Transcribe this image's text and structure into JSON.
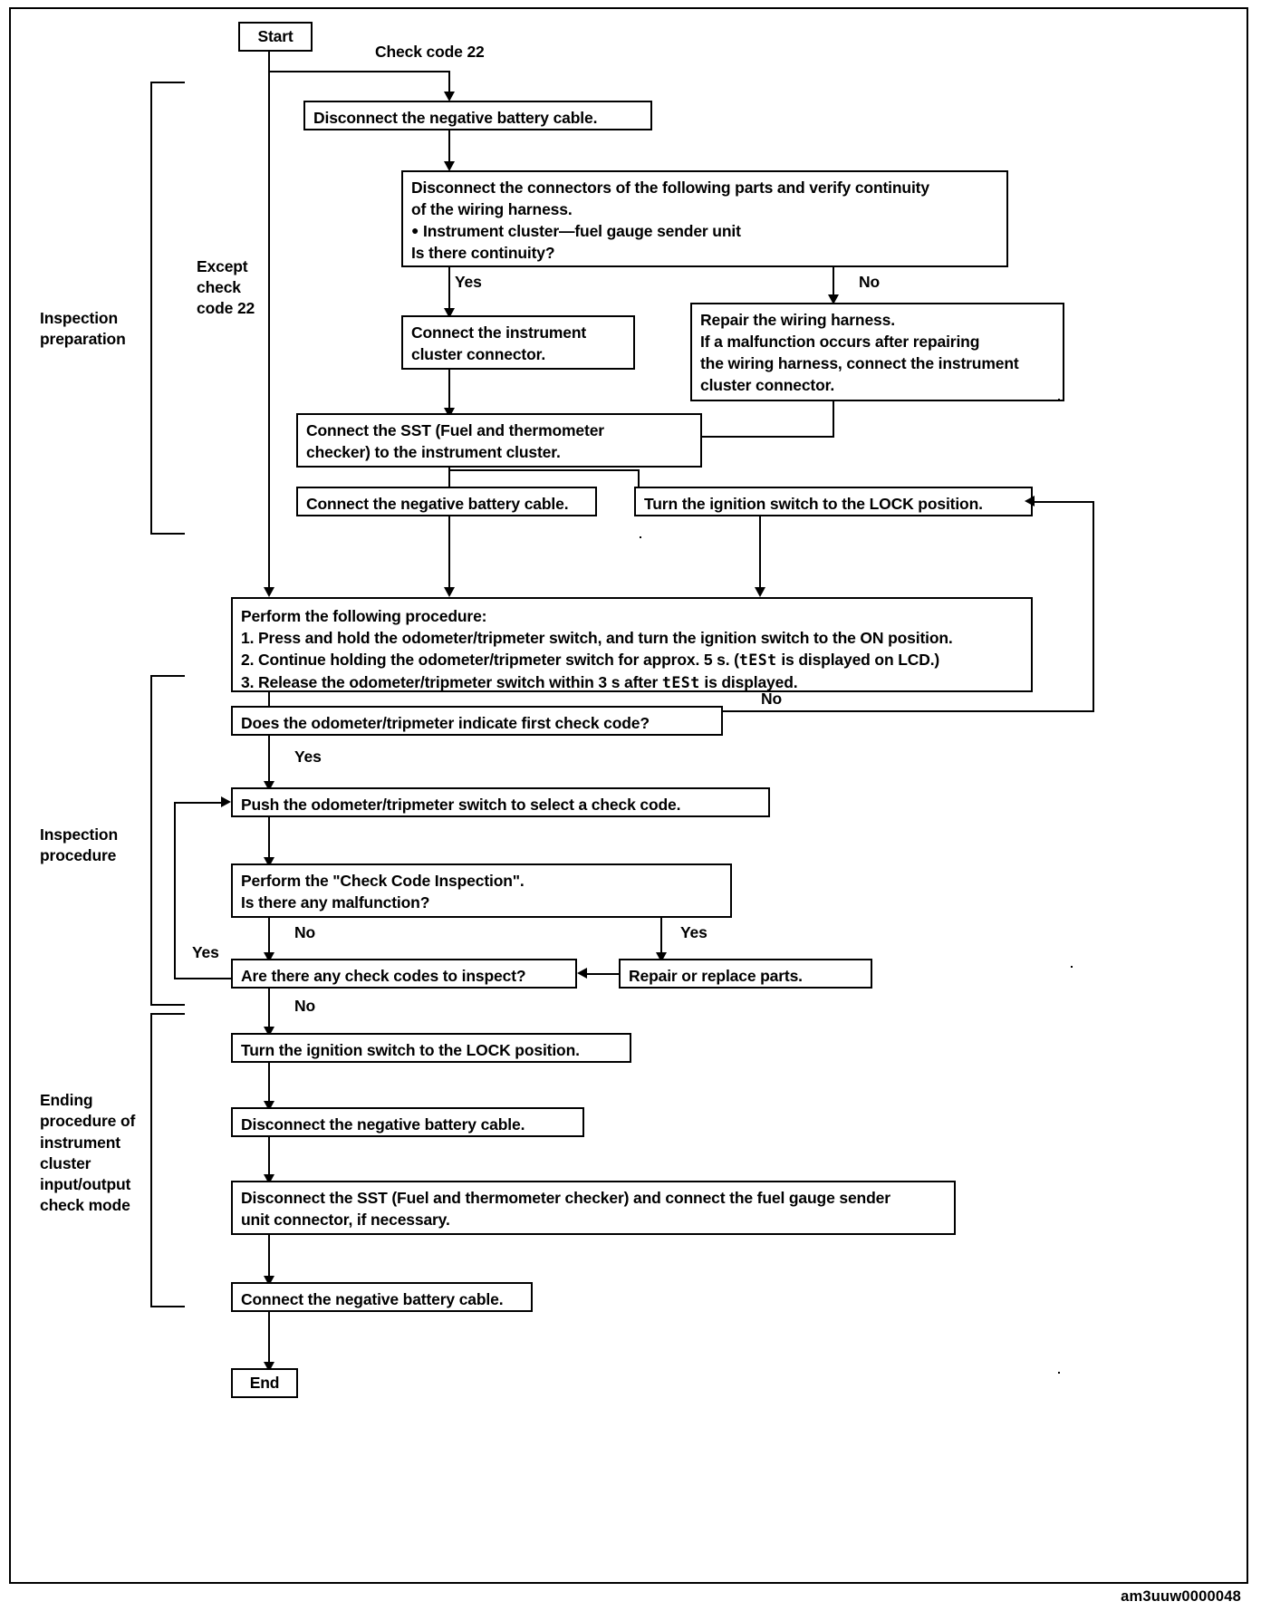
{
  "diagram": {
    "type": "flowchart",
    "title_watermark": "am3uuw0000048",
    "sections": [
      {
        "id": "inspection-preparation",
        "label": "Inspection\npreparation"
      },
      {
        "id": "inspection-procedure",
        "label": "Inspection\nprocedure"
      },
      {
        "id": "ending-procedure",
        "label": "Ending\nprocedure of\ninstrument\ncluster\ninput/output\ncheck mode"
      }
    ],
    "nodes": {
      "start": "Start",
      "end": "End",
      "disconnect_neg_battery_1": "Disconnect the negative battery cable.",
      "verify_continuity_line1": "Disconnect the connectors of the following parts and verify continuity",
      "verify_continuity_line2": "of the wiring harness.",
      "verify_continuity_line3": "Instrument cluster—fuel gauge sender unit",
      "verify_continuity_line4": "Is there continuity?",
      "connect_cluster_connector_line1": "Connect the instrument",
      "connect_cluster_connector_line2": "cluster connector.",
      "repair_harness_line1": "Repair the wiring harness.",
      "repair_harness_line2": "If a malfunction occurs after repairing",
      "repair_harness_line3": "the wiring harness, connect the instrument",
      "repair_harness_line4": "cluster connector.",
      "connect_sst_line1": "Connect the SST (Fuel and thermometer",
      "connect_sst_line2": "checker) to the instrument cluster.",
      "connect_neg_battery_1": "Connect the negative battery cable.",
      "ignition_lock_1": "Turn the ignition switch to the LOCK position.",
      "procedure_title": "Perform the following procedure:",
      "procedure_step1": "1. Press and hold the odometer/tripmeter switch, and turn the ignition switch to the ON position.",
      "procedure_step2_a": "2. Continue holding the odometer/tripmeter switch for approx. 5 s. (",
      "procedure_step2_lcd": "tESt",
      "procedure_step2_b": " is displayed on LCD.)",
      "procedure_step3_a": "3. Release the odometer/tripmeter switch within 3 s after ",
      "procedure_step3_lcd": "tESt",
      "procedure_step3_b": " is displayed.",
      "first_check_code": "Does the odometer/tripmeter indicate first check code?",
      "push_switch_select": "Push the odometer/tripmeter switch to select a check code.",
      "check_code_inspection_line1": "Perform the \"Check Code Inspection\".",
      "check_code_inspection_line2": "Is there any malfunction?",
      "any_check_codes": "Are there any check codes to inspect?",
      "repair_replace_parts": "Repair or replace parts.",
      "ignition_lock_2": "Turn the ignition switch to the LOCK position.",
      "disconnect_neg_battery_2": "Disconnect the negative battery cable.",
      "disconnect_sst_line1": "Disconnect the SST (Fuel and thermometer checker) and connect the fuel gauge sender",
      "disconnect_sst_line2": "unit connector, if necessary.",
      "connect_neg_battery_2": "Connect the negative battery cable."
    },
    "edge_labels": {
      "check_code_22": "Check code 22",
      "except_check_code_22": "Except\ncheck\ncode 22",
      "continuity_yes": "Yes",
      "continuity_no": "No",
      "first_code_yes": "Yes",
      "first_code_no": "No",
      "malfunction_no": "No",
      "malfunction_yes": "Yes",
      "more_codes_yes": "Yes",
      "more_codes_no": "No"
    }
  }
}
